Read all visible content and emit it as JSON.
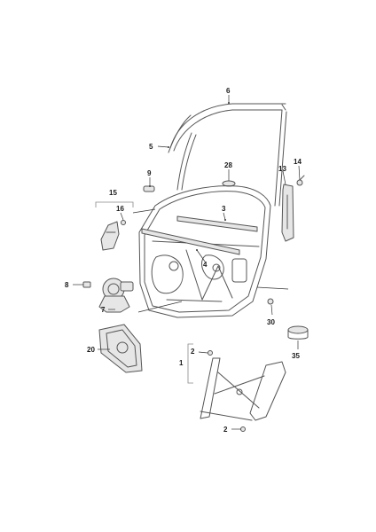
{
  "diagram": {
    "callouts": [
      {
        "id": "c1",
        "label": "1"
      },
      {
        "id": "c2a",
        "label": "2"
      },
      {
        "id": "c2b",
        "label": "2"
      },
      {
        "id": "c3",
        "label": "3"
      },
      {
        "id": "c4",
        "label": "4"
      },
      {
        "id": "c5",
        "label": "5"
      },
      {
        "id": "c6",
        "label": "6"
      },
      {
        "id": "c7",
        "label": "7"
      },
      {
        "id": "c8",
        "label": "8"
      },
      {
        "id": "c9",
        "label": "9"
      },
      {
        "id": "c13",
        "label": "13"
      },
      {
        "id": "c14",
        "label": "14"
      },
      {
        "id": "c15",
        "label": "15"
      },
      {
        "id": "c16",
        "label": "16"
      },
      {
        "id": "c20",
        "label": "20"
      },
      {
        "id": "c28",
        "label": "28"
      },
      {
        "id": "c30",
        "label": "30"
      },
      {
        "id": "c35",
        "label": "35"
      }
    ]
  }
}
